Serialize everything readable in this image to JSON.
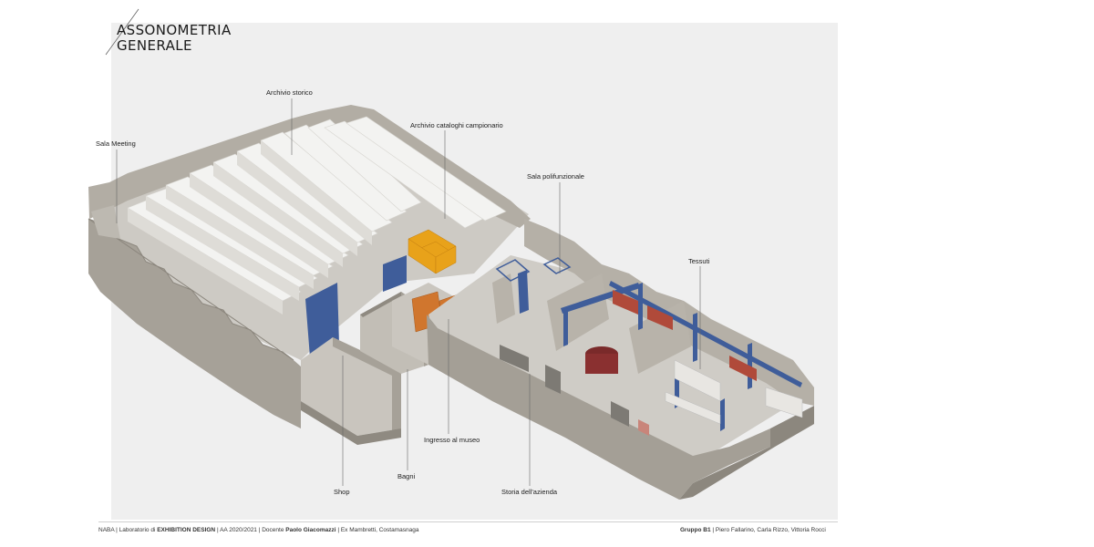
{
  "title": {
    "line1": "ASSONOMETRIA",
    "line2": "GENERALE"
  },
  "labels": {
    "sala_meeting": "Sala Meeting",
    "archivio_storico": "Archivio storico",
    "archivio_cataloghi": "Archivio cataloghi campionario",
    "sala_polifunzionale": "Sala polifunzionale",
    "tessuti": "Tessuti",
    "ingresso": "Ingresso al museo",
    "bagni": "Bagni",
    "shop": "Shop",
    "storia": "Storia dell'azienda"
  },
  "footer": {
    "left": {
      "p1": "NABA | Laboratorio di ",
      "b1": "EXHIBITION DESIGN",
      "p2": " | AA 2020/2021 | Docente ",
      "b2": "Paolo Giacomazzi",
      "p3": " | Ex Mambretti, Costamasnaga"
    },
    "right": {
      "b1": "Gruppo B1",
      "p1": " | Piero Fallarino, Carla Rizzo, Vittoria Rocci"
    }
  },
  "colors": {
    "panel": "#efefef",
    "wall": "#a9a49b",
    "floor": "#cfccc6",
    "shelf": "#f4f4f2",
    "yellow": "#e8a21a",
    "orange": "#d0762e",
    "blue": "#3f5d9a"
  }
}
